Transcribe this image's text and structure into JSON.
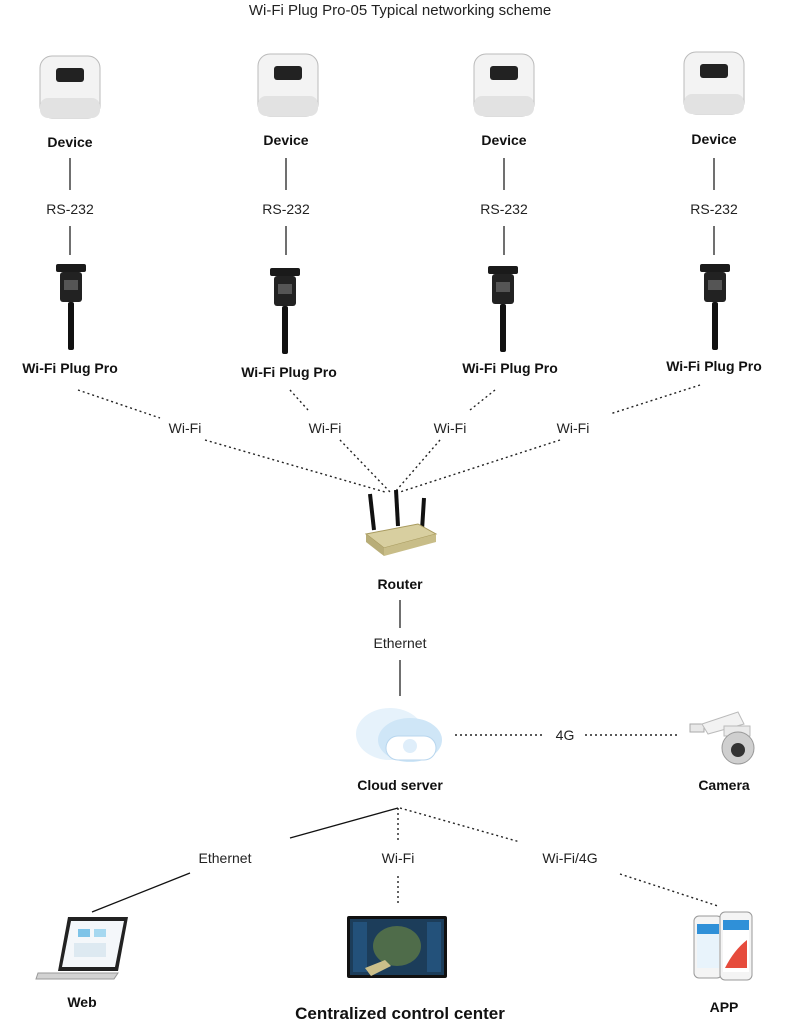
{
  "title": "Wi-Fi Plug Pro-05 Typical networking scheme",
  "columns": [
    {
      "device": "Device",
      "link": "RS-232",
      "plug": "Wi-Fi Plug Pro",
      "wifi": "Wi-Fi"
    },
    {
      "device": "Device",
      "link": "RS-232",
      "plug": "Wi-Fi Plug Pro",
      "wifi": "Wi-Fi"
    },
    {
      "device": "Device",
      "link": "RS-232",
      "plug": "Wi-Fi Plug Pro",
      "wifi": "Wi-Fi"
    },
    {
      "device": "Device",
      "link": "RS-232",
      "plug": "Wi-Fi Plug Pro",
      "wifi": "Wi-Fi"
    }
  ],
  "router": {
    "label": "Router",
    "uplink": "Ethernet"
  },
  "cloud": {
    "label": "Cloud server",
    "camera_link": "4G"
  },
  "camera": {
    "label": "Camera"
  },
  "clients": {
    "web": {
      "label": "Web",
      "link": "Ethernet"
    },
    "center": {
      "label": "Centralized control center",
      "link": "Wi-Fi"
    },
    "app": {
      "label": "APP",
      "link": "Wi-Fi/4G"
    }
  },
  "colors": {
    "router": "#d8cfa0",
    "cloud": "#cfe6f7",
    "screen": "#1c3d5a"
  }
}
